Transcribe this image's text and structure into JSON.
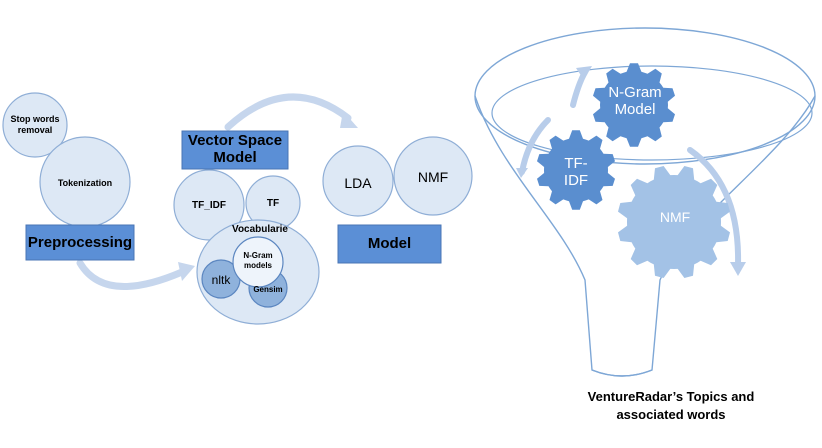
{
  "colors": {
    "circle_fill": "#dde8f5",
    "circle_stroke": "#8faed6",
    "box_fill": "#5b8fd6",
    "box_stroke": "#4a76b4",
    "arrow": "#b8cdea",
    "gear_dark": "#5a8ecf",
    "gear_light": "#a3c2e6",
    "funnel_stroke": "#7ea7d6"
  },
  "preprocessing": {
    "stop_words": "Stop words removal",
    "tokenization": "Tokenization",
    "label": "Preprocessing"
  },
  "vector_space": {
    "label": "Vector Space Model",
    "tf_idf": "TF_IDF",
    "tf": "TF",
    "vocabularie": "Vocabularie",
    "nltk": "nltk",
    "ngram_models": "N-Gram models",
    "gensim": "Gensim"
  },
  "model": {
    "label": "Model",
    "lda": "LDA",
    "nmf": "NMF"
  },
  "funnel": {
    "gear_ngram": "N-Gram Model",
    "gear_tfidf": "TF-IDF",
    "gear_nmf": "NMF",
    "caption": "VentureRadar’s Topics and associated words"
  }
}
